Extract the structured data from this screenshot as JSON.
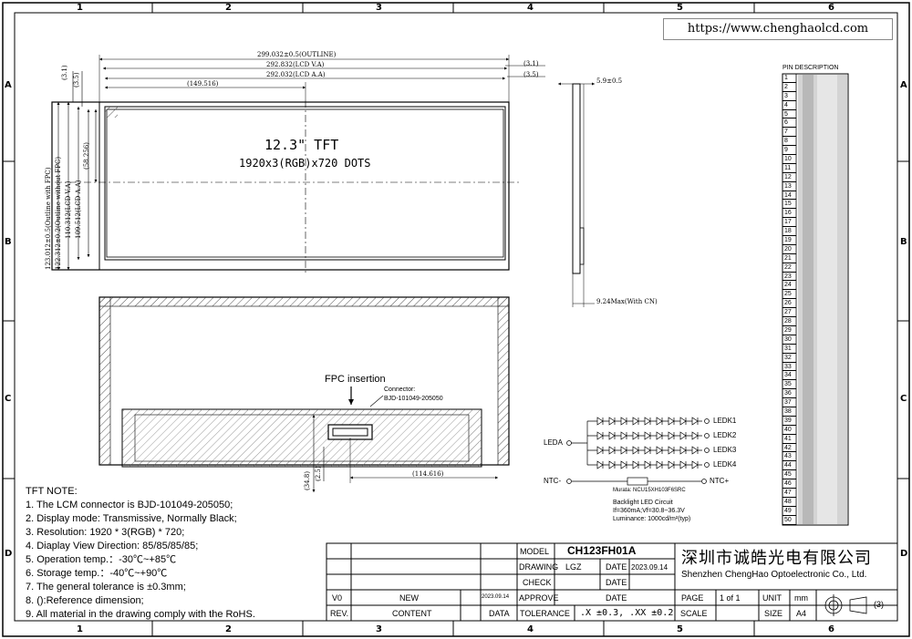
{
  "zones": {
    "cols": [
      "1",
      "2",
      "3",
      "4",
      "5",
      "6"
    ],
    "rows": [
      "A",
      "B",
      "C",
      "D"
    ]
  },
  "website": "https://www.chenghaolcd.com",
  "front_view": {
    "dims": {
      "outline_w": "299.032±0.5(OUTLINE)",
      "lcd_va_w": "292.832(LCD V.A)",
      "lcd_aa_w": "292.032(LCD A.A)",
      "half_w": "(149.516)",
      "off_31": "(3.1)",
      "off_35": "(3.5)",
      "left_31": "(3.1)",
      "left_35": "(3.5)",
      "h_outline_fpc": "123.012±0.5(Outline with FPC)",
      "h_outline": "122.312±0.2(Outline without FPC)",
      "h_va": "110.312(LCD V.A)",
      "h_aa": "109.512(LCD A.A)",
      "h_half": "(58.256)"
    },
    "title": "12.3\" TFT",
    "subtitle": "1920x3(RGB)x720 DOTS"
  },
  "side_view": {
    "thick": "5.9±0.5",
    "max_cn": "9.24Max(With CN)"
  },
  "back_view": {
    "fpc_label": "FPC insertion",
    "connector_label": "Connector:",
    "connector_part": "BJD-101049-205050",
    "dim_348": "(34.8)",
    "dim_25": "(2.5)",
    "dim_114": "(114.616)"
  },
  "backlight": {
    "leda": "LEDA",
    "ledk": [
      "LEDK1",
      "LEDK2",
      "LEDK3",
      "LEDK4"
    ],
    "ntc_minus": "NTC-",
    "ntc_plus": "NTC+",
    "thermistor": "Murata: NCU15XH103F6SRC",
    "circuit_title": "Backlight LED Circuit",
    "circuit_spec": "If=360mA;Vf=30.8~36.3V",
    "luminance": "Luminance: 1000cd/m²(typ)"
  },
  "pin_description": {
    "title": "PIN DESCRIPTION",
    "pins": [
      "1",
      "2",
      "3",
      "4",
      "5",
      "6",
      "7",
      "8",
      "9",
      "10",
      "11",
      "12",
      "13",
      "14",
      "15",
      "16",
      "17",
      "18",
      "19",
      "20",
      "21",
      "22",
      "23",
      "24",
      "25",
      "26",
      "27",
      "28",
      "29",
      "30",
      "31",
      "32",
      "33",
      "34",
      "35",
      "36",
      "37",
      "38",
      "39",
      "40",
      "41",
      "42",
      "43",
      "44",
      "45",
      "46",
      "47",
      "48",
      "49",
      "50"
    ]
  },
  "notes": {
    "title": "TFT NOTE:",
    "items": [
      "1. The LCM connector is BJD-101049-205050;",
      "2. Display mode: Transmissive, Normally Black;",
      "3. Resolution: 1920 * 3(RGB) * 720;",
      "4. Diaplay View Direction: 85/85/85/85;",
      "5. Operation temp.：-30℃~+85℃",
      "6. Storage temp.：-40℃~+90℃",
      "7. The general tolerance is ±0.3mm;",
      "8. ():Reference dimension;",
      "9. All material in the drawing comply with the RoHS."
    ]
  },
  "title_block": {
    "model_label": "MODEL",
    "model_value": "CH123FH01A",
    "drawing_label": "DRAWING",
    "drawing_value": "LGZ",
    "date_label": "DATE",
    "date_value": "2023.09.14",
    "check_label": "CHECK",
    "approve_label": "APPROVE",
    "company_cn": "深圳市诚皓光电有限公司",
    "company_en": "Shenzhen ChengHao Optoelectronic Co., Ltd.",
    "rev_label": "REV.",
    "rev_value": "V0",
    "content_label": "CONTENT",
    "content_value": "NEW",
    "data_label": "DATA",
    "data_value": "2023.09.14",
    "tolerance_label": "TOLERANCE",
    "tolerance_value": ".X  ±0.3, .XX  ±0.2",
    "scale_label": "SCALE",
    "page_label": "PAGE",
    "page_value": "1  of  1",
    "unit_label": "UNIT",
    "unit_value": "mm",
    "size_label": "SIZE",
    "size_value": "A4",
    "projection": "(3)"
  }
}
